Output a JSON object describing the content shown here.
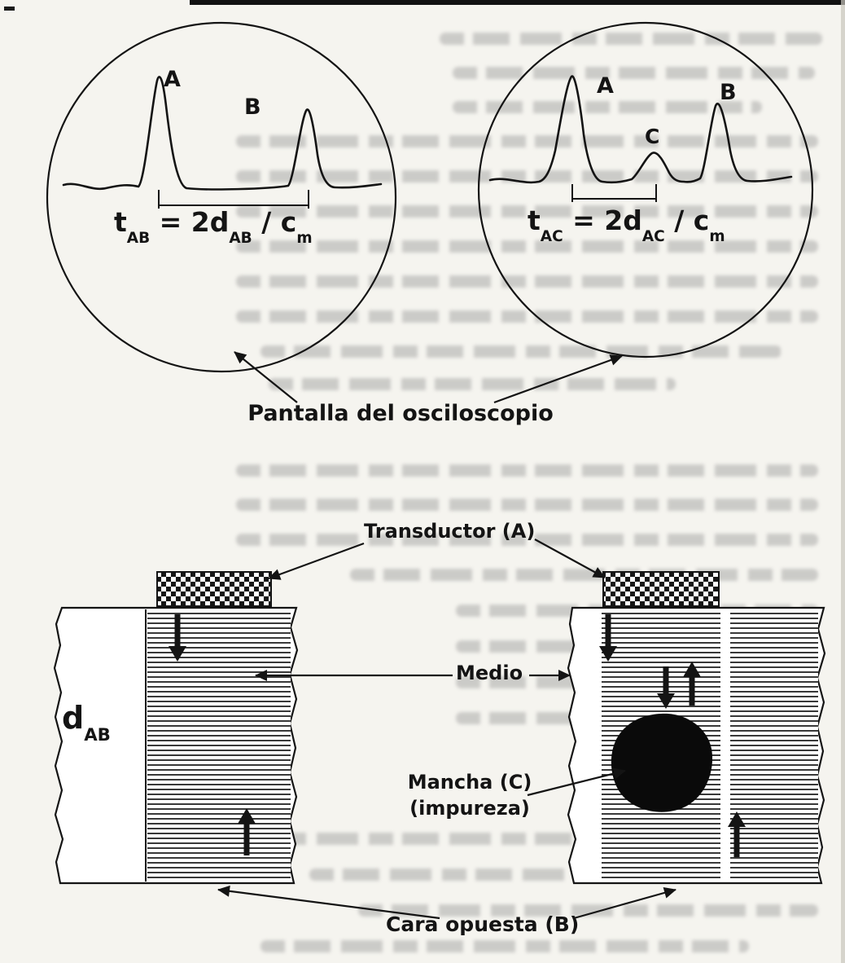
{
  "oscilloscope": {
    "caption": "Pantalla del osciloscopio",
    "left_screen": {
      "peak_a": "A",
      "peak_b": "B",
      "formula": {
        "p1": "t",
        "s1": "AB",
        "p2": " = 2d",
        "s2": "AB",
        "p3": " / c",
        "s3": "m"
      }
    },
    "right_screen": {
      "peak_a": "A",
      "peak_c": "C",
      "peak_b": "B",
      "formula": {
        "p1": "t",
        "s1": "AC",
        "p2": " = 2d",
        "s2": "AC",
        "p3": " / c",
        "s3": "m"
      }
    }
  },
  "specimen": {
    "transducer_label": "Transductor (A)",
    "medium_label": "Medio",
    "impurity_label_1": "Mancha (C)",
    "impurity_label_2": "(impureza)",
    "back_face_label": "Cara opuesta (B)",
    "thickness": {
      "base": "d",
      "sub": "AB"
    }
  },
  "colors": {
    "ink": "#141414",
    "paper": "#f5f4ef"
  }
}
